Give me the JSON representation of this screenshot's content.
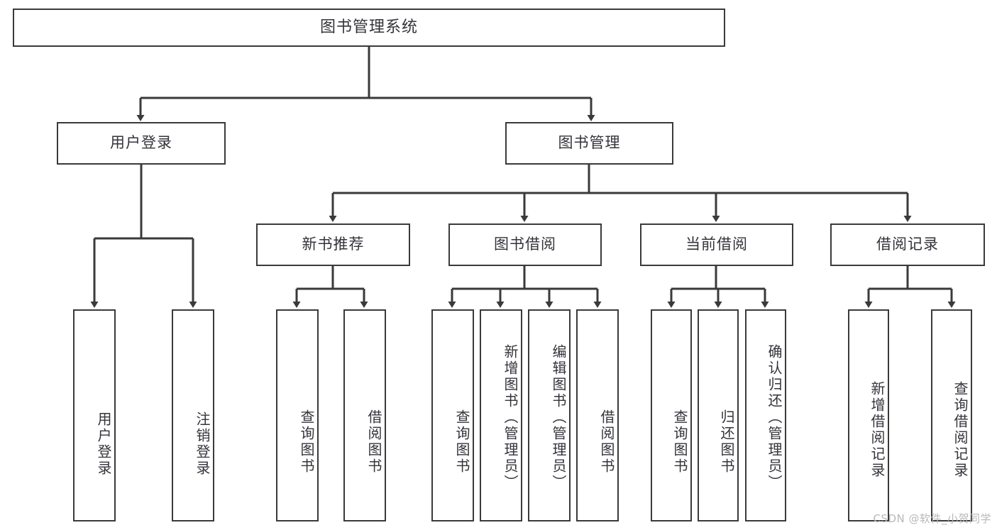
{
  "diagram": {
    "title": "图书管理系统",
    "type": "tree-hierarchy",
    "watermark": "CSDN @软件_小贺同学",
    "stroke_color": "#3a3a3a",
    "text_color": "#33333a",
    "background_color": "#ffffff",
    "root": {
      "label": "图书管理系统"
    },
    "level2": [
      {
        "label": "用户登录"
      },
      {
        "label": "图书管理"
      }
    ],
    "level3": [
      {
        "label": "新书推荐"
      },
      {
        "label": "图书借阅"
      },
      {
        "label": "当前借阅"
      },
      {
        "label": "借阅记录"
      }
    ],
    "leaves": {
      "user_login": [
        {
          "label": "用户登录"
        },
        {
          "label": "注销登录"
        }
      ],
      "new_book_recommend": [
        {
          "label": "查询图书"
        },
        {
          "label": "借阅图书"
        }
      ],
      "book_borrow": [
        {
          "label": "查询图书"
        },
        {
          "label": "新增图书（管理员）"
        },
        {
          "label": "编辑图书（管理员）"
        },
        {
          "label": "借阅图书"
        }
      ],
      "current_borrow": [
        {
          "label": "查询图书"
        },
        {
          "label": "归还图书"
        },
        {
          "label": "确认归还（管理员）"
        }
      ],
      "borrow_record": [
        {
          "label": "新增借阅记录"
        },
        {
          "label": "查询借阅记录"
        }
      ]
    }
  }
}
